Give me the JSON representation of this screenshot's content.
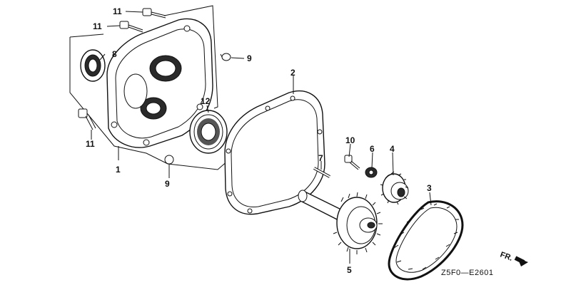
{
  "callouts": [
    {
      "id": "c11a",
      "text": "11"
    },
    {
      "id": "c11b",
      "text": "11"
    },
    {
      "id": "c11c",
      "text": "11"
    },
    {
      "id": "c8",
      "text": "8"
    },
    {
      "id": "c9a",
      "text": "9"
    },
    {
      "id": "c9b",
      "text": "9"
    },
    {
      "id": "c12",
      "text": "12"
    },
    {
      "id": "c1",
      "text": "1"
    },
    {
      "id": "c2",
      "text": "2"
    },
    {
      "id": "c7",
      "text": "7"
    },
    {
      "id": "c10",
      "text": "10"
    },
    {
      "id": "c6",
      "text": "6"
    },
    {
      "id": "c4",
      "text": "4"
    },
    {
      "id": "c3",
      "text": "3"
    },
    {
      "id": "c5",
      "text": "5"
    }
  ],
  "diagram_code": "Z5F0—E2601",
  "front_indicator": "FR."
}
